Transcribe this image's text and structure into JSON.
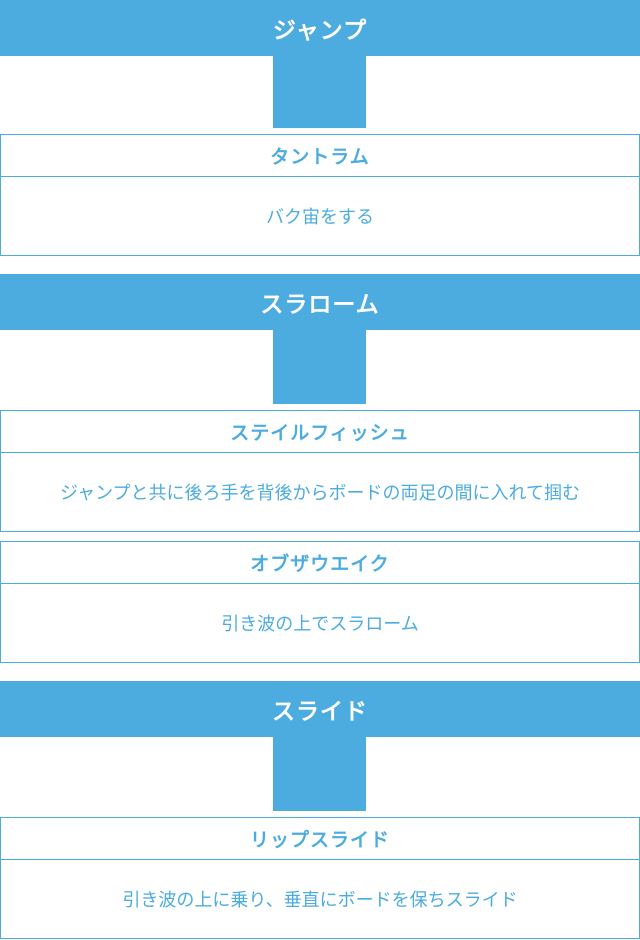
{
  "colors": {
    "accent": "#4dacdf",
    "background": "#ffffff",
    "header_text": "#ffffff"
  },
  "categories": [
    {
      "title": "ジャンプ",
      "tricks": [
        {
          "name": "タントラム",
          "description": "バク宙をする"
        }
      ]
    },
    {
      "title": "スラローム",
      "tricks": [
        {
          "name": "ステイルフィッシュ",
          "description": "ジャンプと共に後ろ手を背後からボードの両足の間に入れて掴む"
        },
        {
          "name": "オブザウエイク",
          "description": "引き波の上でスラローム"
        }
      ]
    },
    {
      "title": "スライド",
      "tricks": [
        {
          "name": "リップスライド",
          "description": "引き波の上に乗り、垂直にボードを保ちスライド"
        }
      ]
    }
  ]
}
